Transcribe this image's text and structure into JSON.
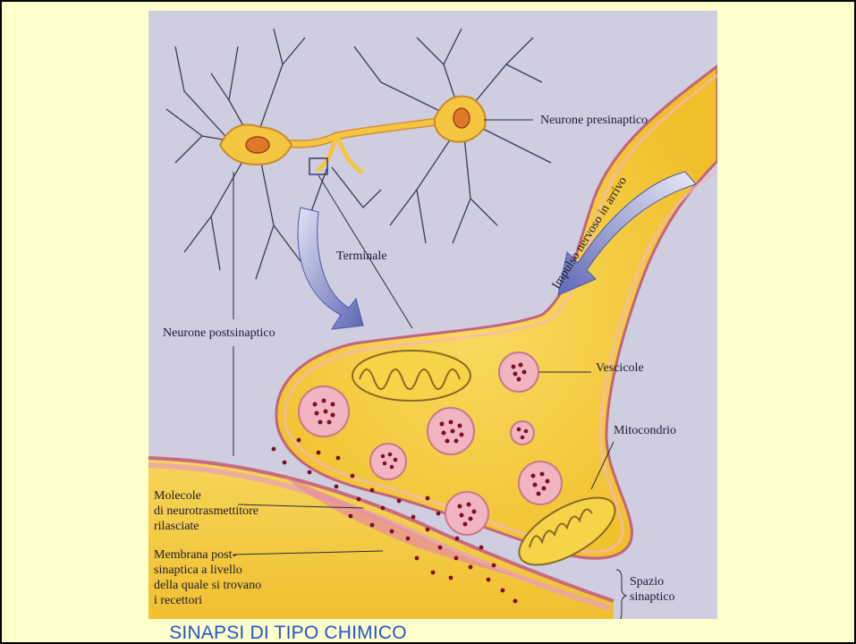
{
  "caption": "SINAPSI DI TIPO CHIMICO",
  "labels": {
    "presynaptic_neuron": "Neurone presinaptico",
    "incoming_impulse": "Impulso nervoso in arrivo",
    "terminal": "Terminale",
    "postsynaptic_neuron": "Neurone postsinaptico",
    "vesicles": "Vescicole",
    "mitochondrion": "Mitocondrio",
    "neurotransmitter_molecules": "Molecole\ndi neurotrasmettitore\nrilasciate",
    "postsynaptic_membrane": "Membrana post-\nsinaptica a livello\ndella quale si trovano\ni recettori",
    "synaptic_space": "Spazio\nsinaptico"
  },
  "colors": {
    "slide_background": "#ffffcc",
    "figure_background": "#cfcde0",
    "neuron_fill": "#f2c438",
    "membrane": "#d87a8a",
    "vesicle": "#f0b5c0",
    "caption": "#2255cc",
    "arrow": "#6c78c0"
  }
}
